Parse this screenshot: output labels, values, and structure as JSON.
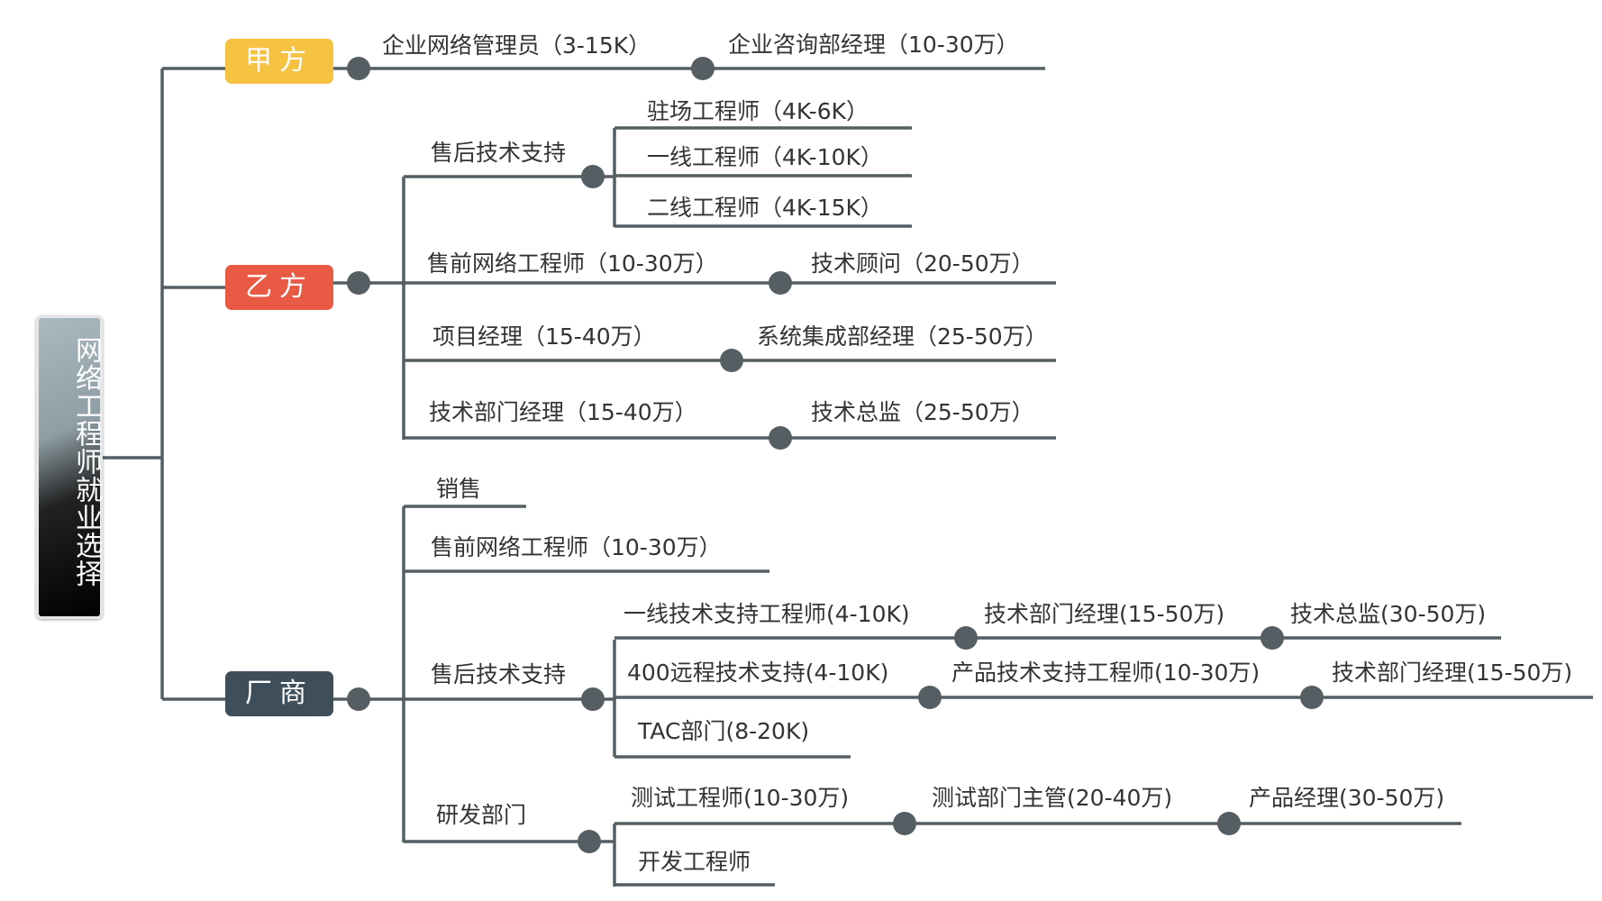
{
  "colors": {
    "line": "#555e63",
    "dot": "#555e63",
    "jiafang": "#f5c242",
    "yifang": "#e85a44",
    "changshang": "#3e4f5b"
  },
  "root": {
    "title": "网络工程师就业选择"
  },
  "branches": {
    "jiafang": {
      "label": "甲方",
      "nodes": {
        "n1": "企业网络管理员（3-15K）",
        "n2": "企业咨询部经理（10-30万）"
      }
    },
    "yifang": {
      "label": "乙方",
      "after_sales": {
        "label": "售后技术支持",
        "items": [
          "驻场工程师（4K-6K）",
          "一线工程师（4K-10K）",
          "二线工程师（4K-15K）"
        ]
      },
      "presales": {
        "label": "售前网络工程师（10-30万）",
        "next": "技术顾问（20-50万）"
      },
      "pm": {
        "label": "项目经理（15-40万）",
        "next": "系统集成部经理（25-50万）"
      },
      "tech_mgr": {
        "label": "技术部门经理（15-40万）",
        "next": "技术总监（25-50万）"
      }
    },
    "changshang": {
      "label": "厂商",
      "sales": "销售",
      "presales": "售前网络工程师（10-30万）",
      "after_sales": {
        "label": "售后技术支持",
        "row1": [
          "一线技术支持工程师(4-10K)",
          "技术部门经理(15-50万)",
          "技术总监(30-50万)"
        ],
        "row2": [
          "400远程技术支持(4-10K)",
          "产品技术支持工程师(10-30万)",
          "技术部门经理(15-50万)"
        ],
        "row3": "TAC部门(8-20K)"
      },
      "rd": {
        "label": "研发部门",
        "row1": [
          "测试工程师(10-30万)",
          "测试部门主管(20-40万)",
          "产品经理(30-50万)"
        ],
        "row2": "开发工程师"
      }
    }
  }
}
